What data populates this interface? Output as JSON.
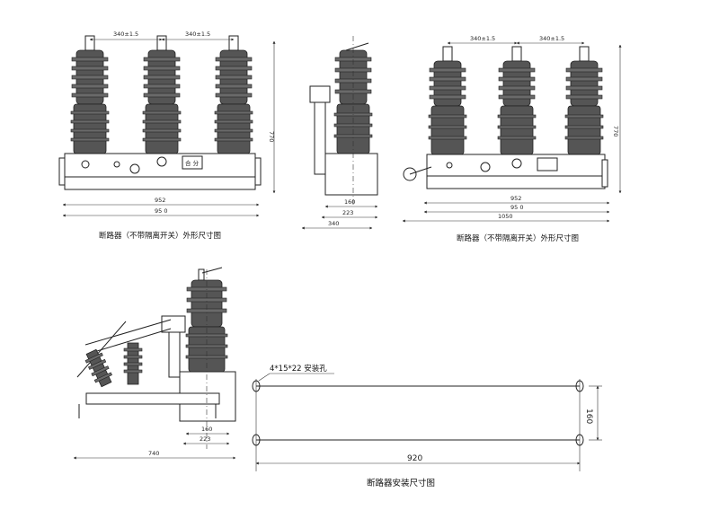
{
  "views": {
    "front_no_iso": {
      "dim_pitch_1": "340±1.5",
      "dim_pitch_2": "340±1.5",
      "dim_height": "770",
      "dim_width_1": "952",
      "dim_width_2": "95 0",
      "panel_label": "合 分",
      "caption": "断路器（不带隔离开关）外形尺寸图"
    },
    "side_no_iso": {
      "dim_160": "160",
      "dim_223": "223",
      "dim_340": "340"
    },
    "front_with_iso": {
      "dim_pitch_1": "340±1.5",
      "dim_pitch_2": "340±1.5",
      "dim_height": "770",
      "dim_width_1": "952",
      "dim_width_2": "95 0",
      "dim_width_3": "1050",
      "caption": "断路器（不带隔离开关）外形尺寸图"
    },
    "side_with_iso": {
      "dim_160": "160",
      "dim_223": "223",
      "dim_740": "740"
    },
    "mounting": {
      "hole_note": "4*15*22  安装孔",
      "dim_length": "920",
      "dim_height": "160",
      "caption": "断路器安装尺寸图"
    }
  }
}
